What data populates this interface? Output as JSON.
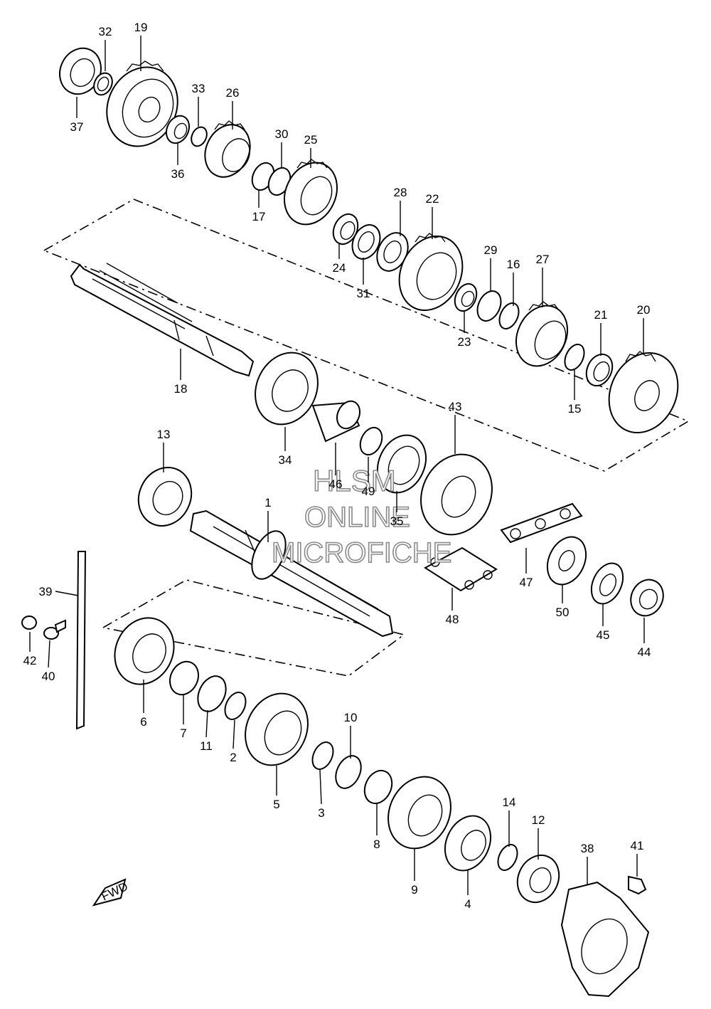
{
  "diagram": {
    "callouts": [
      "1",
      "2",
      "3",
      "4",
      "5",
      "6",
      "7",
      "8",
      "9",
      "10",
      "11",
      "12",
      "13",
      "14",
      "15",
      "16",
      "17",
      "18",
      "19",
      "20",
      "21",
      "22",
      "23",
      "24",
      "25",
      "26",
      "27",
      "28",
      "29",
      "30",
      "31",
      "32",
      "33",
      "34",
      "35",
      "36",
      "37",
      "38",
      "39",
      "40",
      "41",
      "42",
      "43",
      "44",
      "45",
      "46",
      "47",
      "48",
      "49",
      "50"
    ],
    "direction_label": "FWD"
  },
  "watermark": {
    "line1": "HLSM",
    "line2": "ONLINE",
    "line3": "MICROFICHE"
  }
}
